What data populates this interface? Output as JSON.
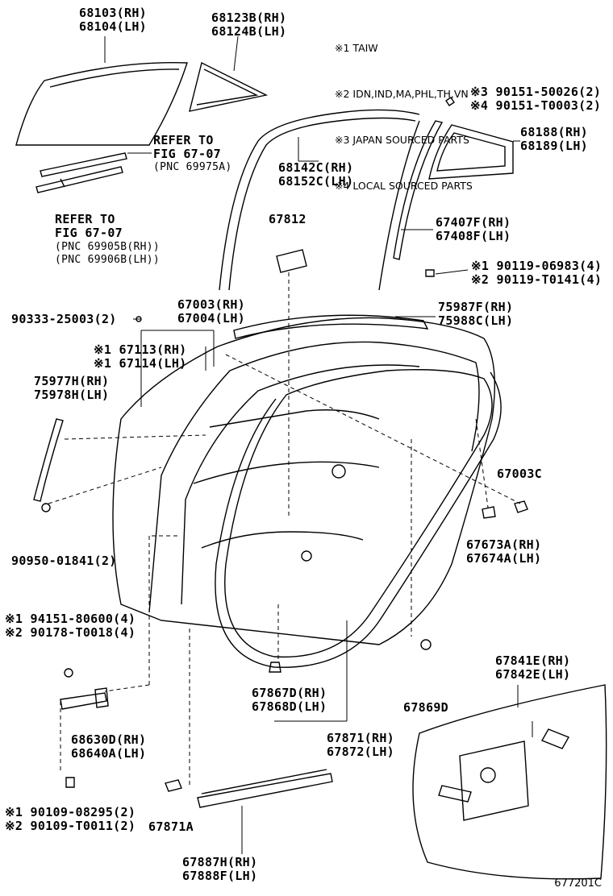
{
  "notes": {
    "line1": "※1 TAIW",
    "line2": "※2 IDN,IND,MA,PHL,TH,VN",
    "line3": "※3 JAPAN SOURCED PARTS",
    "line4": "※4 LOCAL SOURCED PARTS"
  },
  "labels": {
    "p68103": "68103(RH)\n68104(LH)",
    "p68123": "68123B(RH)\n68124B(LH)",
    "refer1": "REFER TO\nFIG 67-07",
    "refer1_pnc": "(PNC 69975A)",
    "refer2": "REFER TO\nFIG 67-07",
    "refer2_pnc": "(PNC 69905B(RH))\n(PNC 69906B(LH))",
    "p90151": "※3 90151-50026(2)\n※4 90151-T0003(2)",
    "p68188": "68188(RH)\n68189(LH)",
    "p68142": "68142C(RH)\n68152C(LH)",
    "p67812": "67812",
    "p67407": "67407F(RH)\n67408F(LH)",
    "p90119": "※1 90119-06983(4)\n※2 90119-T0141(4)",
    "p90333": "90333-25003(2)",
    "p67003": "67003(RH)\n67004(LH)",
    "p75987": "75987F(RH)\n75988C(LH)",
    "p67113": "※1 67113(RH)\n※1 67114(LH)",
    "p75977": "75977H(RH)\n75978H(LH)",
    "p67003c": "67003C",
    "p67673": "67673A(RH)\n67674A(LH)",
    "p90950": "90950-01841(2)",
    "p94151": "※1 94151-80600(4)\n※2 90178-T0018(4)",
    "p67841": "67841E(RH)\n67842E(LH)",
    "p67867": "67867D(RH)\n67868D(LH)",
    "p67869": "67869D",
    "p68630": "68630D(RH)\n68640A(LH)",
    "p67871": "67871(RH)\n67872(LH)",
    "p90109": "※1 90109-08295(2)\n※2 90109-T0011(2)",
    "p67871a": "67871A",
    "p67887": "67887H(RH)\n67888F(LH)"
  },
  "figure_code": "677201C"
}
